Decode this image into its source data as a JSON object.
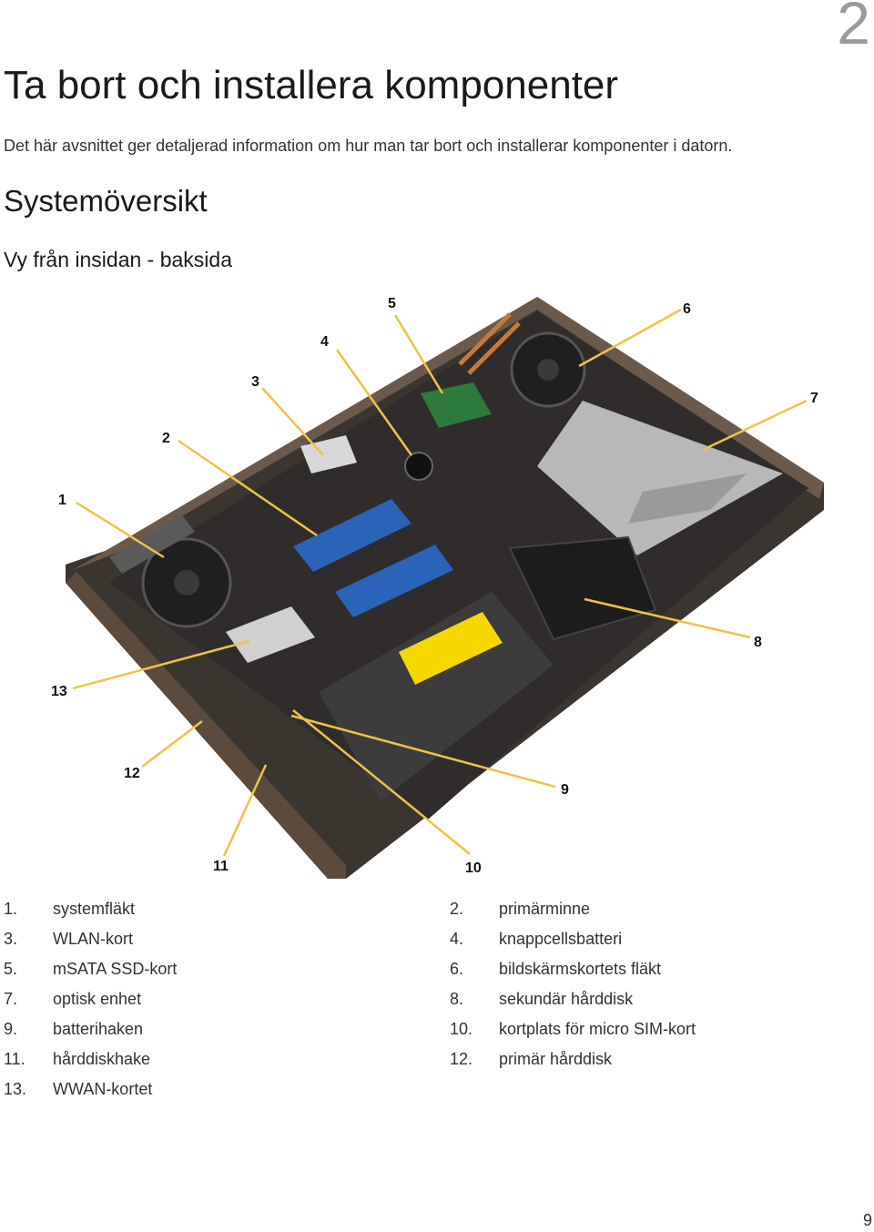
{
  "page": {
    "chapter_number": "2",
    "title": "Ta bort och installera komponenter",
    "intro": "Det här avsnittet ger detaljerad information om hur man tar bort och installerar komponenter i datorn.",
    "section_title": "Systemöversikt",
    "subsection_title": "Vy från insidan - baksida",
    "page_number": "9"
  },
  "figure": {
    "callouts": [
      "1",
      "2",
      "3",
      "4",
      "5",
      "6",
      "7",
      "8",
      "9",
      "10",
      "11",
      "12",
      "13"
    ]
  },
  "legend": {
    "items": [
      {
        "num": "1.",
        "label": "systemfläkt"
      },
      {
        "num": "2.",
        "label": "primärminne"
      },
      {
        "num": "3.",
        "label": "WLAN-kort"
      },
      {
        "num": "4.",
        "label": "knappcellsbatteri"
      },
      {
        "num": "5.",
        "label": "mSATA SSD-kort"
      },
      {
        "num": "6.",
        "label": "bildskärmskortets fläkt"
      },
      {
        "num": "7.",
        "label": "optisk enhet"
      },
      {
        "num": "8.",
        "label": "sekundär hårddisk"
      },
      {
        "num": "9.",
        "label": "batterihaken"
      },
      {
        "num": "10.",
        "label": "kortplats för micro SIM-kort"
      },
      {
        "num": "11.",
        "label": "hårddiskhake"
      },
      {
        "num": "12.",
        "label": "primär hårddisk"
      },
      {
        "num": "13.",
        "label": "WWAN-kortet"
      }
    ]
  },
  "colors": {
    "leader_line": "#f0c24a",
    "chassis": "#4a4038",
    "battery_label": "#f5d800"
  }
}
